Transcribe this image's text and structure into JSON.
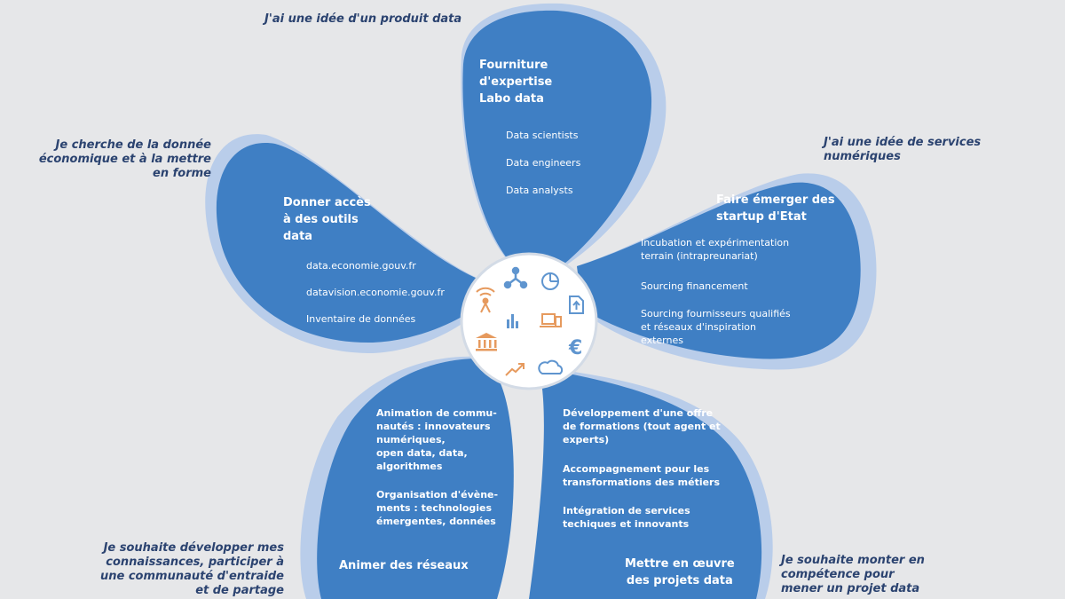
{
  "colors": {
    "petal": "#3f7fc4",
    "petal_shadow": "#b9cdea",
    "center": "#ffffff",
    "question_text": "#2b4370",
    "icon_blue": "#5f95cf",
    "icon_orange": "#e69a5e"
  },
  "questions": {
    "produit": "J'ai une idée d'un produit data",
    "donnee": "Je cherche de la donnée\néconomique et à la mettre\nen forme",
    "services": "J'ai une idée de services\nnumériques",
    "connaissances": "Je souhaite développer mes\nconnaissances, participer à\nune communauté d'entraide\net de partage",
    "competence": "Je souhaite monter en\ncompétence pour\nmener un projet data"
  },
  "petals": {
    "expertise": {
      "title": "Fourniture\nd'expertise\nLabo data",
      "items": [
        "Data scientists",
        "Data engineers",
        "Data analysts"
      ]
    },
    "outils": {
      "title": "Donner accès\nà des outils\ndata",
      "items": [
        "data.economie.gouv.fr",
        "datavision.economie.gouv.fr",
        "Inventaire de données"
      ]
    },
    "startup": {
      "title": "Faire émerger des\nstartup d'Etat",
      "items": [
        "Incubation et expérimentation\nterrain (intrapreunariat)",
        "Sourcing financement",
        "Sourcing fournisseurs qualifiés\net réseaux d'inspiration\nexternes"
      ]
    },
    "reseaux": {
      "items": [
        "Animation de commu-\nnautés : innovateurs\nnumériques,\nopen data, data,\nalgorithmes",
        "Organisation d'évène-\nments : technologies\némergentes, données"
      ],
      "title": "Animer des réseaux"
    },
    "projets": {
      "items": [
        "Développement d'une offre\nde formations (tout agent et\nexperts)",
        "Accompagnement pour les\ntransformations des métiers",
        "Intégration de services\ntechiques et innovants"
      ],
      "title": "Mettre en œuvre\ndes projets data"
    }
  },
  "center_icons": [
    "network-icon",
    "pie-chart-icon",
    "file-upload-icon",
    "antenna-icon",
    "bar-chart-icon",
    "devices-icon",
    "bank-icon",
    "euro-icon",
    "trend-up-icon",
    "cloud-icon"
  ]
}
